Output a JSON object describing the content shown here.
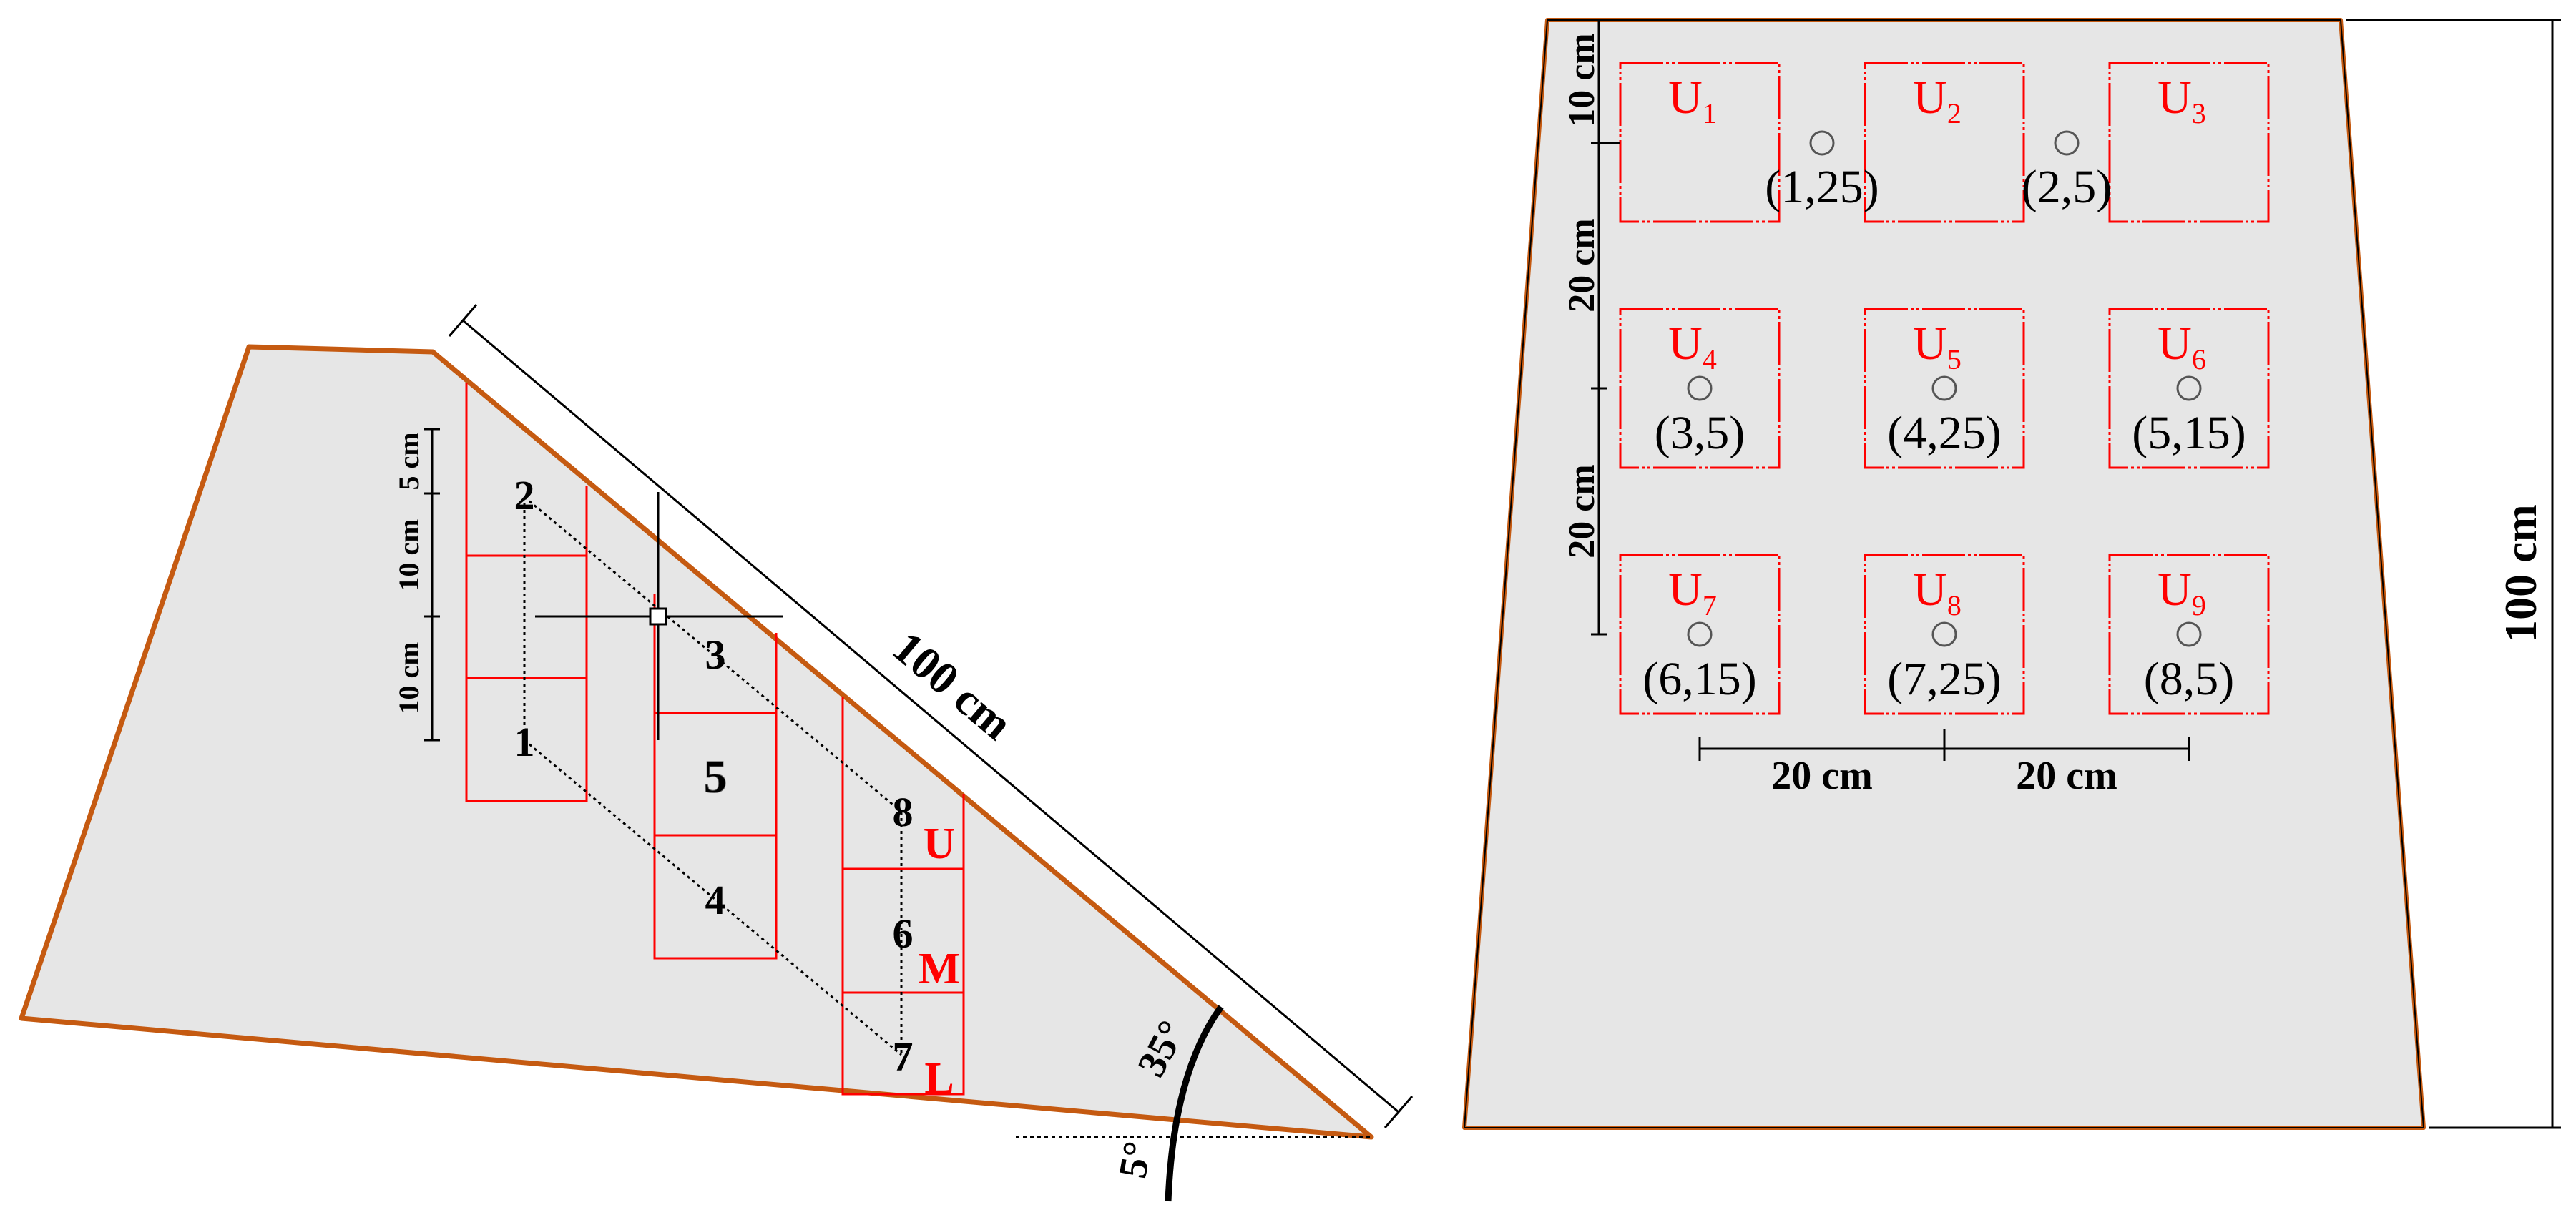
{
  "colors": {
    "slab_fill": "#e6e6e6",
    "outline": "#c55a11",
    "grid_red": "#ff0000",
    "ink": "#000000"
  },
  "side_view": {
    "length_label": "100 cm",
    "dim_5": "5 cm",
    "dim_10a": "10 cm",
    "dim_10b": "10 cm",
    "angle_outer": "35°",
    "angle_inner": "5°",
    "points": [
      "1",
      "2",
      "3",
      "4",
      "5",
      "6",
      "7",
      "8"
    ],
    "zones": {
      "upper": "U",
      "middle": "M",
      "lower": "L"
    }
  },
  "plan_view": {
    "height_label": "100 cm",
    "row_gap_1": "10 cm",
    "row_gap_2": "20 cm",
    "row_gap_3": "20 cm",
    "col_gap_1": "20 cm",
    "col_gap_2": "20 cm",
    "cells": [
      {
        "u": "U",
        "sub": "1"
      },
      {
        "u": "U",
        "sub": "2"
      },
      {
        "u": "U",
        "sub": "3"
      },
      {
        "u": "U",
        "sub": "4"
      },
      {
        "u": "U",
        "sub": "5"
      },
      {
        "u": "U",
        "sub": "6"
      },
      {
        "u": "U",
        "sub": "7"
      },
      {
        "u": "U",
        "sub": "8"
      },
      {
        "u": "U",
        "sub": "9"
      }
    ],
    "sensors": [
      "(1,25)",
      "(2,5)",
      "(3,5)",
      "(4,25)",
      "(5,15)",
      "(6,15)",
      "(7,25)",
      "(8,5)"
    ]
  }
}
